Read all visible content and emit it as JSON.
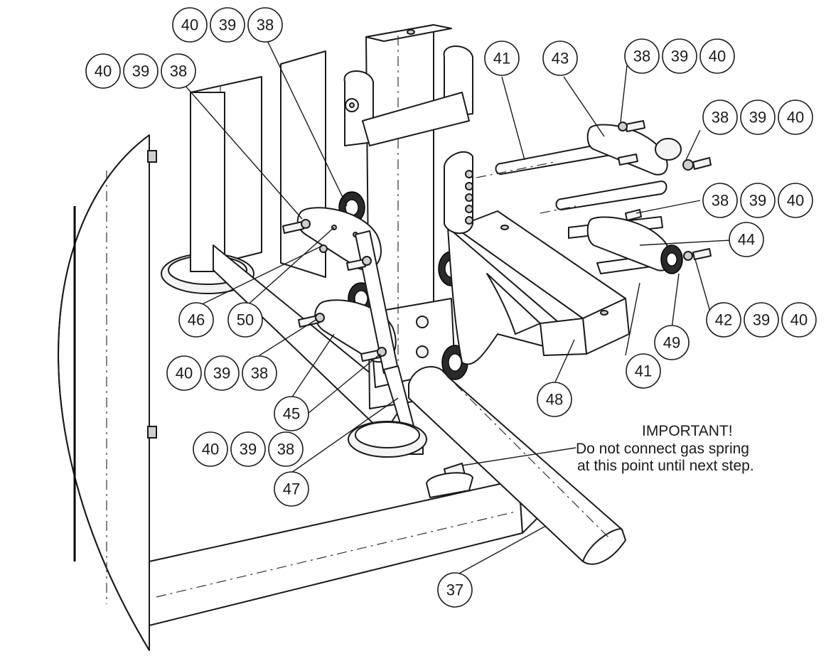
{
  "note": {
    "line1": "IMPORTANT!",
    "line2": "Do not connect gas spring",
    "line3": "at this point until next step."
  },
  "balloons": [
    {
      "id": "b-40-a",
      "label": "40"
    },
    {
      "id": "b-39-a",
      "label": "39"
    },
    {
      "id": "b-38-a",
      "label": "38"
    },
    {
      "id": "b-40-b",
      "label": "40"
    },
    {
      "id": "b-39-b",
      "label": "39"
    },
    {
      "id": "b-38-b",
      "label": "38"
    },
    {
      "id": "b-41-a",
      "label": "41"
    },
    {
      "id": "b-43",
      "label": "43"
    },
    {
      "id": "b-38-c",
      "label": "38"
    },
    {
      "id": "b-39-c",
      "label": "39"
    },
    {
      "id": "b-40-c",
      "label": "40"
    },
    {
      "id": "b-38-d",
      "label": "38"
    },
    {
      "id": "b-39-d",
      "label": "39"
    },
    {
      "id": "b-40-d",
      "label": "40"
    },
    {
      "id": "b-38-e",
      "label": "38"
    },
    {
      "id": "b-39-e",
      "label": "39"
    },
    {
      "id": "b-40-e",
      "label": "40"
    },
    {
      "id": "b-44",
      "label": "44"
    },
    {
      "id": "b-46",
      "label": "46"
    },
    {
      "id": "b-50",
      "label": "50"
    },
    {
      "id": "b-42",
      "label": "42"
    },
    {
      "id": "b-39-f",
      "label": "39"
    },
    {
      "id": "b-40-f",
      "label": "40"
    },
    {
      "id": "b-49",
      "label": "49"
    },
    {
      "id": "b-40-g",
      "label": "40"
    },
    {
      "id": "b-39-g",
      "label": "39"
    },
    {
      "id": "b-38-g",
      "label": "38"
    },
    {
      "id": "b-41-b",
      "label": "41"
    },
    {
      "id": "b-45",
      "label": "45"
    },
    {
      "id": "b-48",
      "label": "48"
    },
    {
      "id": "b-40-h",
      "label": "40"
    },
    {
      "id": "b-39-h",
      "label": "39"
    },
    {
      "id": "b-38-h",
      "label": "38"
    },
    {
      "id": "b-47",
      "label": "47"
    },
    {
      "id": "b-37",
      "label": "37"
    }
  ]
}
